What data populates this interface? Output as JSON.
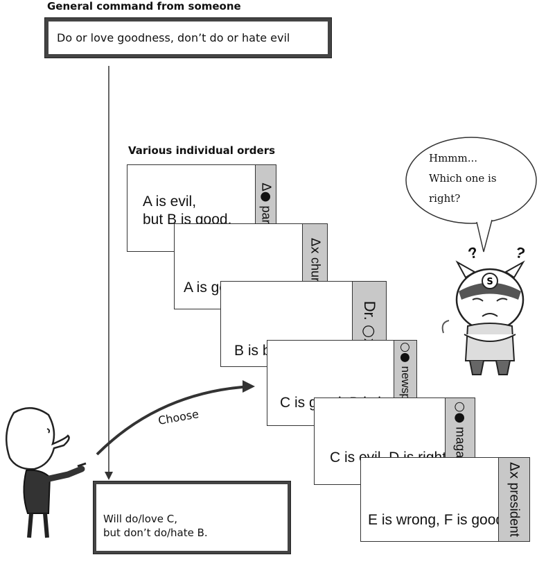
{
  "header": {
    "general_title": "General command from someone",
    "general_text": "Do or love goodness, don’t do or hate evil",
    "various_title": "Various individual orders"
  },
  "cards": [
    {
      "line1": "A is evil,",
      "line2": "but B is good.",
      "tag_symbol": "Δ●",
      "tag_label": "party"
    },
    {
      "line1": "A is good, C is bad",
      "line2": "",
      "tag_symbol": "Δx",
      "tag_label": "church"
    },
    {
      "line1": "B is bad, A is right.",
      "line2": "",
      "tag_symbol": "Dr.",
      "tag_label": "○x"
    },
    {
      "line1": "C is good, B is bad.",
      "line2": "",
      "tag_symbol": "○●",
      "tag_label": "newspaper"
    },
    {
      "line1": "C is evil, D is right.",
      "line2": "",
      "tag_symbol": "○●",
      "tag_label": "magazine"
    },
    {
      "line1": "E is wrong, F is good.",
      "line2": "",
      "tag_symbol": "Δx",
      "tag_label": "president"
    }
  ],
  "bubble": {
    "line1": "Hmmm...",
    "line2": "Which one is",
    "line3": "right?"
  },
  "question_mark": "?",
  "hero_emblem": "S",
  "arrow_label": "Choose",
  "result": {
    "line1": "Will do/love C,",
    "line2": "but don’t do/hate B."
  }
}
